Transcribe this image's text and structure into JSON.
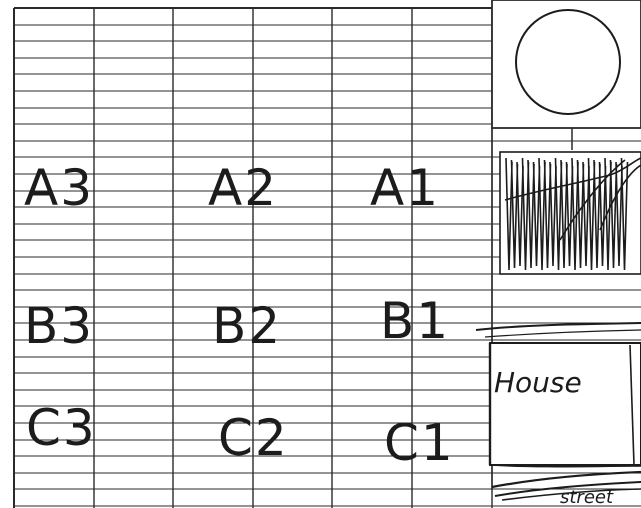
{
  "sketch": {
    "seat_labels": [
      {
        "row": "A",
        "labels": [
          "A3",
          "A2",
          "A1"
        ]
      },
      {
        "row": "B",
        "labels": [
          "B3",
          "B2",
          "B1"
        ]
      },
      {
        "row": "C",
        "labels": [
          "C3",
          "C2",
          "C1"
        ]
      }
    ],
    "house_label": "House",
    "street_label": "street",
    "colors": {
      "ink": "#1c1c1c",
      "paper": "#ffffff",
      "grid": "#2a2a2a"
    }
  }
}
